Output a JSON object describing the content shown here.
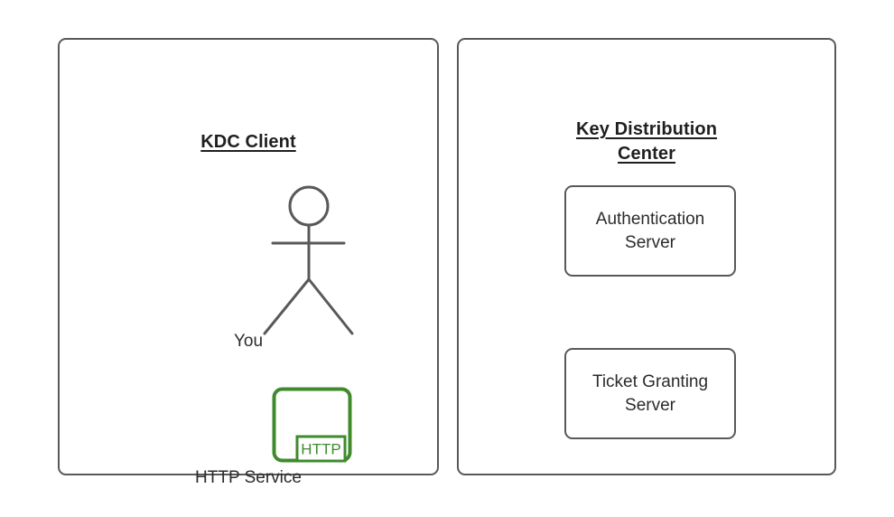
{
  "diagram": {
    "background_color": "#ffffff",
    "stroke_color": "#595959",
    "text_color": "#2b2b2b",
    "title_color": "#1f1f1f",
    "accent_green": "#3f8b2c"
  },
  "panels": [
    {
      "id": "kdc-client",
      "title": "KDC Client",
      "nodes": [
        {
          "id": "you",
          "label": "You",
          "icon": "stick-figure-actor-icon"
        },
        {
          "id": "http-service",
          "label": "HTTP Service",
          "icon": "http-service-icon",
          "badge": "HTTP"
        }
      ]
    },
    {
      "id": "key-distribution-center",
      "title": "Key Distribution Center",
      "nodes": [
        {
          "id": "authentication-server",
          "label": "Authentication Server"
        },
        {
          "id": "ticket-granting-server",
          "label": "Ticket Granting Server"
        }
      ]
    }
  ]
}
